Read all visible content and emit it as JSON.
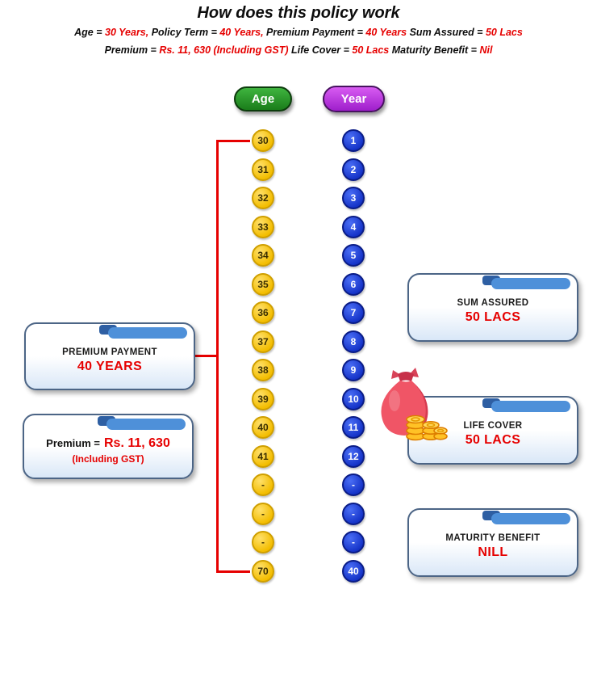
{
  "title": "How does this policy work",
  "subtitle_line1": [
    "Age = ",
    "30 Years,",
    " Policy Term = ",
    "40 Years,",
    " Premium Payment = ",
    "40 Years",
    " Sum Assured = ",
    "50 Lacs"
  ],
  "subtitle_line2": [
    "Premium = ",
    "Rs. 11, 630 (Including GST)",
    " Life Cover = ",
    "50 Lacs",
    " Maturity Benefit = ",
    "Nil"
  ],
  "columns": {
    "age": {
      "label": "Age",
      "values": [
        "30",
        "31",
        "32",
        "33",
        "34",
        "35",
        "36",
        "37",
        "38",
        "39",
        "40",
        "41",
        "-",
        "-",
        "-",
        "70"
      ]
    },
    "year": {
      "label": "Year",
      "values": [
        "1",
        "2",
        "3",
        "4",
        "5",
        "6",
        "7",
        "8",
        "9",
        "10",
        "11",
        "12",
        "-",
        "-",
        "-",
        "40"
      ]
    }
  },
  "callouts": {
    "premium_payment": {
      "line1": "PREMIUM PAYMENT",
      "line2": "40 YEARS"
    },
    "premium": {
      "prefix": "Premium =",
      "amount": "Rs. 11, 630",
      "note": "(Including GST)"
    },
    "sum_assured": {
      "line1": "SUM ASSURED",
      "line2": "50 LACS"
    },
    "life_cover": {
      "line1": "LIFE COVER",
      "line2": "50 LACS"
    },
    "maturity_benefit": {
      "line1": "MATURITY BENEFIT",
      "line2": "NILL"
    }
  },
  "icons": {
    "money_bag": "money-bag-icon"
  },
  "colors": {
    "accent_red": "#e60000",
    "age_circle_yellow": "#f3bd00",
    "year_circle_blue": "#1331c6",
    "age_pill_green": "#2a9a2a",
    "year_pill_purple": "#bb3de0",
    "callout_tab_blue": "#4e90d9",
    "money_bag_pink": "#f05566",
    "coin_gold": "#ffc226"
  }
}
